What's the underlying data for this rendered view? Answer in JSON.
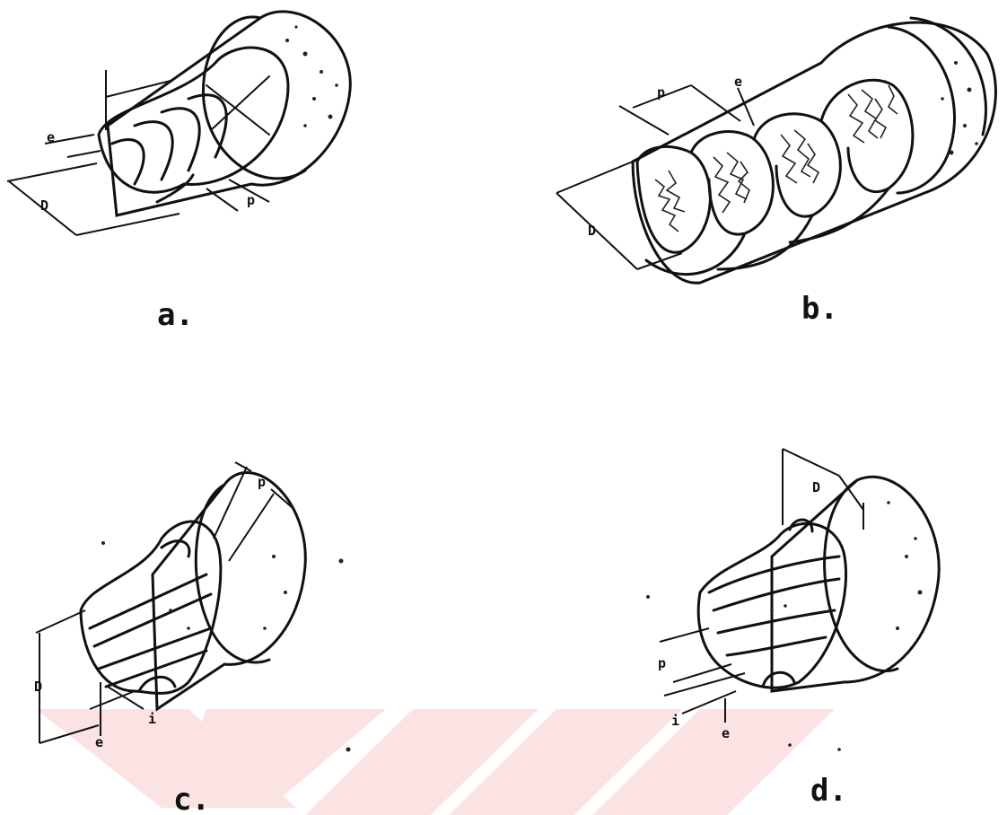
{
  "panels": [
    {
      "id": "a",
      "label": "a.",
      "dims": [
        "e",
        "D",
        "p"
      ]
    },
    {
      "id": "b",
      "label": "b.",
      "dims": [
        "p",
        "e",
        "D"
      ]
    },
    {
      "id": "c",
      "label": "c.",
      "dims": [
        "p",
        "D",
        "e",
        "i"
      ]
    },
    {
      "id": "d",
      "label": "d.",
      "dims": [
        "D",
        "p",
        "i",
        "e"
      ]
    }
  ],
  "colors": {
    "ink": "#111111",
    "background": "#ffffff",
    "watermark": "#fbe3e3"
  }
}
